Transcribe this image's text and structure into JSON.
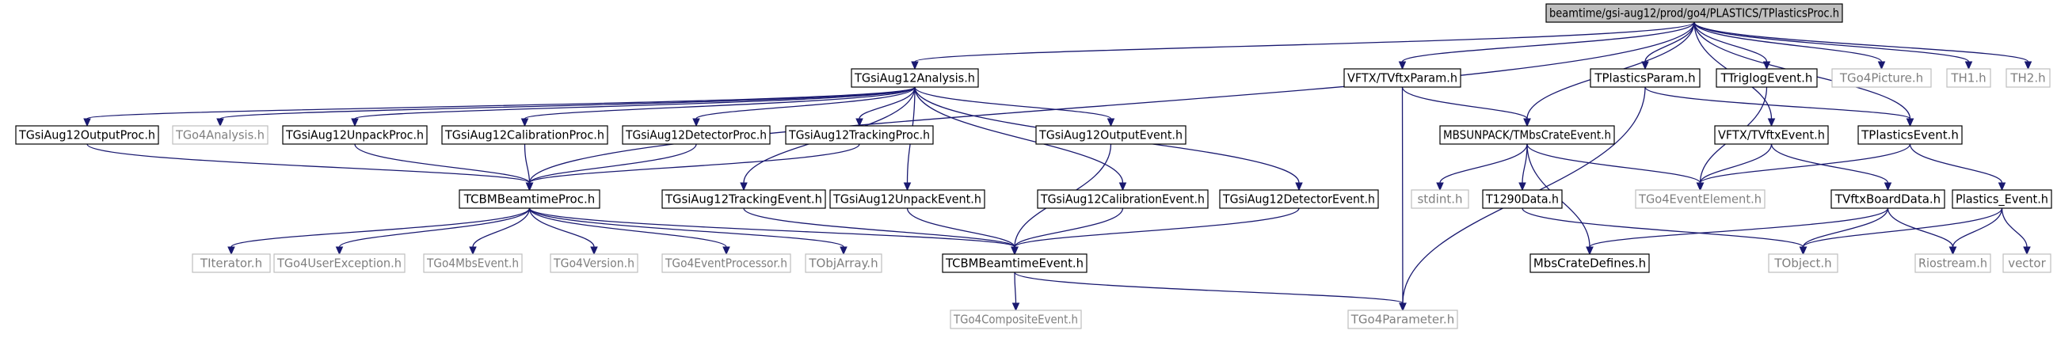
{
  "graph": {
    "root": "beamtime/gsi-aug12/prod/go4/PLASTICS/TPlasticsProc.h",
    "nodes": [
      {
        "id": "root",
        "label": "beamtime/gsi-aug12/prod/go4/PLASTICS/TPlasticsProc.h",
        "kind": "root"
      },
      {
        "id": "analysis",
        "label": "TGsiAug12Analysis.h",
        "kind": "doc"
      },
      {
        "id": "vftxparam",
        "label": "VFTX/TVftxParam.h",
        "kind": "doc"
      },
      {
        "id": "plasticsparam",
        "label": "TPlasticsParam.h",
        "kind": "doc"
      },
      {
        "id": "triglog",
        "label": "TTriglogEvent.h",
        "kind": "doc"
      },
      {
        "id": "go4picture",
        "label": "TGo4Picture.h",
        "kind": "ext"
      },
      {
        "id": "th1",
        "label": "TH1.h",
        "kind": "ext"
      },
      {
        "id": "th2",
        "label": "TH2.h",
        "kind": "ext"
      },
      {
        "id": "outputproc",
        "label": "TGsiAug12OutputProc.h",
        "kind": "doc"
      },
      {
        "id": "go4analysis",
        "label": "TGo4Analysis.h",
        "kind": "ext"
      },
      {
        "id": "unpackproc",
        "label": "TGsiAug12UnpackProc.h",
        "kind": "doc"
      },
      {
        "id": "calibproc",
        "label": "TGsiAug12CalibrationProc.h",
        "kind": "doc"
      },
      {
        "id": "detproc",
        "label": "TGsiAug12DetectorProc.h",
        "kind": "doc"
      },
      {
        "id": "trackproc",
        "label": "TGsiAug12TrackingProc.h",
        "kind": "doc"
      },
      {
        "id": "outputevent",
        "label": "TGsiAug12OutputEvent.h",
        "kind": "doc"
      },
      {
        "id": "mbscrate",
        "label": "MBSUNPACK/TMbsCrateEvent.h",
        "kind": "doc"
      },
      {
        "id": "vftxevent",
        "label": "VFTX/TVftxEvent.h",
        "kind": "doc"
      },
      {
        "id": "plasticsevent",
        "label": "TPlasticsEvent.h",
        "kind": "doc"
      },
      {
        "id": "cbmproc",
        "label": "TCBMBeamtimeProc.h",
        "kind": "doc"
      },
      {
        "id": "trackevent",
        "label": "TGsiAug12TrackingEvent.h",
        "kind": "doc"
      },
      {
        "id": "unpackevent",
        "label": "TGsiAug12UnpackEvent.h",
        "kind": "doc"
      },
      {
        "id": "calibevent",
        "label": "TGsiAug12CalibrationEvent.h",
        "kind": "doc"
      },
      {
        "id": "detevent",
        "label": "TGsiAug12DetectorEvent.h",
        "kind": "doc"
      },
      {
        "id": "stdint",
        "label": "stdint.h",
        "kind": "ext"
      },
      {
        "id": "t1290",
        "label": "T1290Data.h",
        "kind": "doc"
      },
      {
        "id": "go4element",
        "label": "TGo4EventElement.h",
        "kind": "ext"
      },
      {
        "id": "boarddata",
        "label": "TVftxBoardData.h",
        "kind": "doc"
      },
      {
        "id": "plasticsev2",
        "label": "Plastics_Event.h",
        "kind": "doc"
      },
      {
        "id": "titerator",
        "label": "TIterator.h",
        "kind": "ext"
      },
      {
        "id": "userexc",
        "label": "TGo4UserException.h",
        "kind": "ext"
      },
      {
        "id": "mbsevent",
        "label": "TGo4MbsEvent.h",
        "kind": "ext"
      },
      {
        "id": "go4version",
        "label": "TGo4Version.h",
        "kind": "ext"
      },
      {
        "id": "evproc",
        "label": "TGo4EventProcessor.h",
        "kind": "ext"
      },
      {
        "id": "tobjarray",
        "label": "TObjArray.h",
        "kind": "ext"
      },
      {
        "id": "cbmevent",
        "label": "TCBMBeamtimeEvent.h",
        "kind": "doc"
      },
      {
        "id": "mbsdefines",
        "label": "MbsCrateDefines.h",
        "kind": "doc"
      },
      {
        "id": "tobject",
        "label": "TObject.h",
        "kind": "ext"
      },
      {
        "id": "riostream",
        "label": "Riostream.h",
        "kind": "ext"
      },
      {
        "id": "vector",
        "label": "vector",
        "kind": "ext"
      },
      {
        "id": "composite",
        "label": "TGo4CompositeEvent.h",
        "kind": "ext"
      },
      {
        "id": "go4param",
        "label": "TGo4Parameter.h",
        "kind": "ext"
      }
    ],
    "edges": [
      [
        "root",
        "analysis"
      ],
      [
        "root",
        "vftxparam"
      ],
      [
        "root",
        "plasticsparam"
      ],
      [
        "root",
        "triglog"
      ],
      [
        "root",
        "go4picture"
      ],
      [
        "root",
        "th1"
      ],
      [
        "root",
        "th2"
      ],
      [
        "root",
        "cbmproc"
      ],
      [
        "root",
        "mbscrate"
      ],
      [
        "root",
        "vftxevent"
      ],
      [
        "root",
        "plasticsevent"
      ],
      [
        "analysis",
        "outputproc"
      ],
      [
        "analysis",
        "go4analysis"
      ],
      [
        "analysis",
        "unpackproc"
      ],
      [
        "analysis",
        "calibproc"
      ],
      [
        "analysis",
        "detproc"
      ],
      [
        "analysis",
        "trackproc"
      ],
      [
        "analysis",
        "outputevent"
      ],
      [
        "analysis",
        "trackevent"
      ],
      [
        "analysis",
        "unpackevent"
      ],
      [
        "analysis",
        "calibevent"
      ],
      [
        "analysis",
        "detevent"
      ],
      [
        "outputproc",
        "cbmproc"
      ],
      [
        "unpackproc",
        "cbmproc"
      ],
      [
        "calibproc",
        "cbmproc"
      ],
      [
        "detproc",
        "cbmproc"
      ],
      [
        "trackproc",
        "cbmproc"
      ],
      [
        "vftxparam",
        "mbscrate"
      ],
      [
        "vftxparam",
        "go4param"
      ],
      [
        "plasticsparam",
        "plasticsevent"
      ],
      [
        "plasticsparam",
        "go4param"
      ],
      [
        "triglog",
        "go4element"
      ],
      [
        "mbscrate",
        "stdint"
      ],
      [
        "mbscrate",
        "t1290"
      ],
      [
        "mbscrate",
        "go4element"
      ],
      [
        "mbscrate",
        "mbsdefines"
      ],
      [
        "vftxevent",
        "go4element"
      ],
      [
        "vftxevent",
        "boarddata"
      ],
      [
        "plasticsevent",
        "go4element"
      ],
      [
        "plasticsevent",
        "plasticsev2"
      ],
      [
        "cbmproc",
        "titerator"
      ],
      [
        "cbmproc",
        "userexc"
      ],
      [
        "cbmproc",
        "mbsevent"
      ],
      [
        "cbmproc",
        "go4version"
      ],
      [
        "cbmproc",
        "evproc"
      ],
      [
        "cbmproc",
        "tobjarray"
      ],
      [
        "cbmproc",
        "cbmevent"
      ],
      [
        "outputevent",
        "cbmevent"
      ],
      [
        "trackevent",
        "cbmevent"
      ],
      [
        "unpackevent",
        "cbmevent"
      ],
      [
        "calibevent",
        "cbmevent"
      ],
      [
        "detevent",
        "cbmevent"
      ],
      [
        "t1290",
        "tobject"
      ],
      [
        "boarddata",
        "mbsdefines"
      ],
      [
        "boarddata",
        "tobject"
      ],
      [
        "boarddata",
        "riostream"
      ],
      [
        "plasticsev2",
        "tobject"
      ],
      [
        "plasticsev2",
        "riostream"
      ],
      [
        "plasticsev2",
        "vector"
      ],
      [
        "cbmevent",
        "composite"
      ],
      [
        "cbmevent",
        "go4param"
      ]
    ]
  }
}
